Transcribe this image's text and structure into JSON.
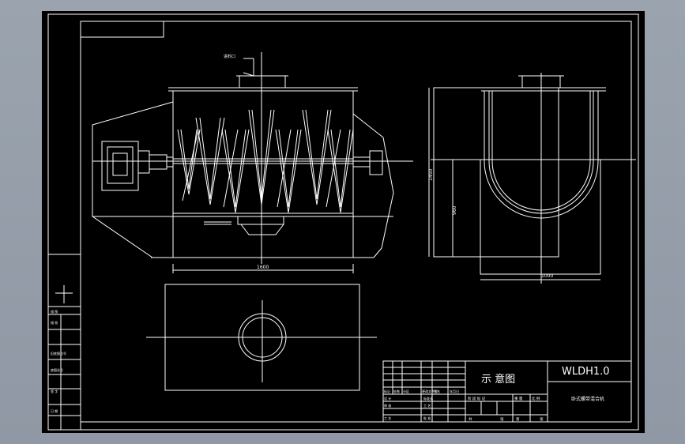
{
  "drawing": {
    "title_block": {
      "view_name": "示 意图",
      "drawing_number": "WLDH1.0",
      "product_name": "卧式螺带混合机"
    },
    "dimensions": {
      "front_length": "1600",
      "side_width": "1000",
      "side_height_total": "1450",
      "side_height_inner": "960"
    },
    "front_view": {
      "inlet_label": "进料口"
    },
    "left_strip": {
      "labels": [
        "描 图",
        "描 校",
        "旧底图总号",
        "底图总号",
        "签 字",
        "日 期"
      ]
    },
    "title_rows": {
      "row1": [
        "标记",
        "处数",
        "分区",
        "更改文件号",
        "签名",
        "年月日"
      ],
      "row2": [
        "设 计",
        "标准化"
      ],
      "row3": [
        "审 核",
        "工 艺"
      ],
      "row4": [
        "工 艺",
        "批 准"
      ],
      "stage": [
        "阶 段 标 记",
        "重 量",
        "比 例"
      ],
      "sheet": [
        "共",
        "张",
        "第",
        "张"
      ]
    }
  }
}
